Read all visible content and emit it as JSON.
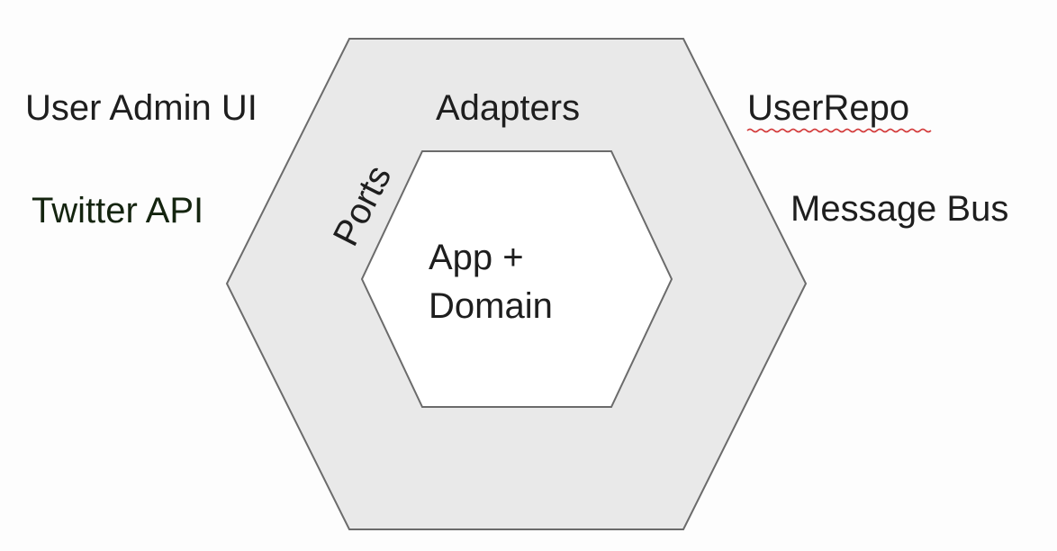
{
  "diagram": {
    "colors": {
      "outer_fill": "#e9e9e9",
      "inner_fill": "#ffffff",
      "stroke": "#6b6b6b",
      "text": "#1e1e1e",
      "spellcheck_underline": "#d33a3a"
    },
    "layers": {
      "outer": "Adapters",
      "ring": "Ports",
      "core_line1": "App +",
      "core_line2": "Domain"
    },
    "left_actors": [
      "User Admin UI",
      "Twitter API"
    ],
    "right_actors": [
      "UserRepo",
      "Message Bus"
    ]
  }
}
